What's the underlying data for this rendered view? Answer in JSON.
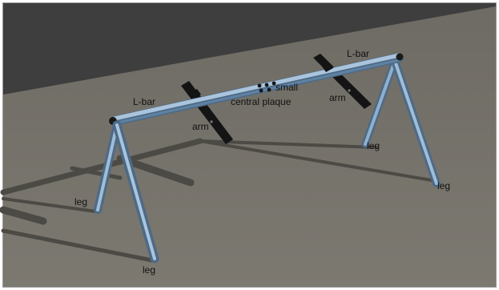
{
  "labels": {
    "l_bar_left": "L-bar",
    "l_bar_right": "L-bar",
    "small": "small",
    "central_plaque": "central plaque",
    "arm_left": "arm",
    "arm_right": "arm",
    "leg_back_right": "leg",
    "leg_front_right": "leg",
    "leg_back_left": "leg",
    "leg_front_left": "leg"
  },
  "colors": {
    "floor": "#7a776f",
    "floor_dark": "#5e5c56",
    "backdrop": "#3e3e3e",
    "tube": "#6f93b4",
    "tube_highlight": "#a9c4dc",
    "tube_shadow": "#4d6a86",
    "arm": "#141414",
    "shadow": "#4c4a44"
  }
}
